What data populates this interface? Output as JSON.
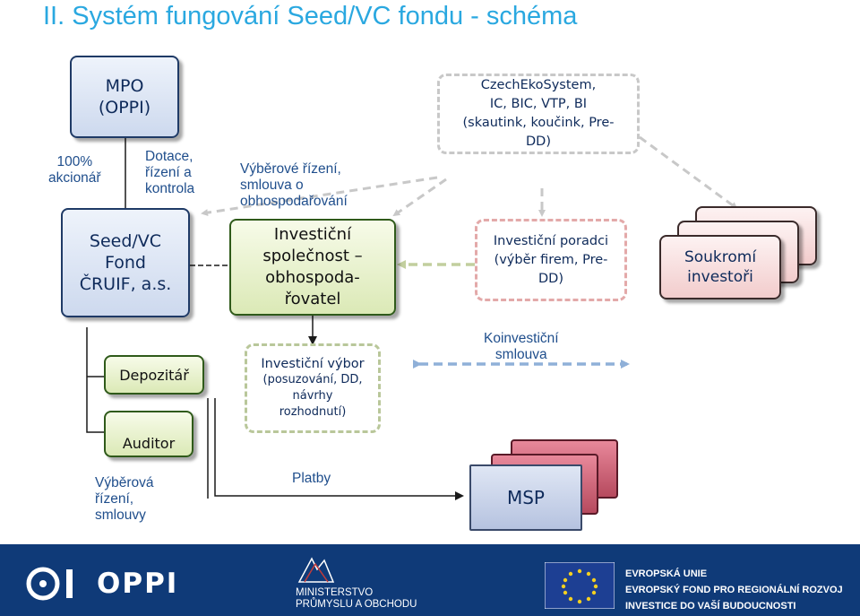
{
  "title": "II. Systém fungování Seed/VC fondu - schéma",
  "nodes": {
    "mpo": [
      "MPO",
      "(OPPI)"
    ],
    "seed": [
      "Seed/VC",
      "Fond",
      "ČRUIF, a.s."
    ],
    "investicni_spolecnost": [
      "Investiční",
      "společnost –",
      "obhospoda-",
      "řovatel"
    ],
    "czechekosystem": [
      "CzechEkoSystem,",
      "IC, BIC, VTP, BI",
      "(skautink, koučink, Pre-",
      "DD)"
    ],
    "investicni_poradci": [
      "Investiční poradci",
      "(výběr firem, Pre-",
      "DD)"
    ],
    "soukromi": [
      "Soukromí",
      "investoři"
    ],
    "depozitar": "Depozitář",
    "auditor": "Auditor",
    "investicni_vybor": [
      "Investiční výbor",
      "(posuzování, DD,",
      "návrhy",
      "rozhodnutí)"
    ],
    "msp": "MSP"
  },
  "labels": {
    "akcionar": [
      "100%",
      "akcionář"
    ],
    "dotace": [
      "Dotace,",
      "řízení a",
      "kontrola"
    ],
    "vyberove": [
      "Výběrové řízení,",
      "smlouva o",
      "obhospodařování"
    ],
    "koinvesticni": [
      "Koinvestiční",
      "smlouva"
    ],
    "vyberova": [
      "Výběrová",
      "řízení,",
      "smlouvy"
    ],
    "platby": "Platby"
  },
  "footer": {
    "oppi": "OPPI",
    "ministry": [
      "MINISTERSTVO",
      "PRŮMYSLU A OBCHODU"
    ],
    "eu": [
      "EVROPSKÁ UNIE",
      "EVROPSKÝ FOND PRO REGIONÁLNÍ ROZVOJ",
      "INVESTICE DO VAŠÍ BUDOUCNOSTI"
    ]
  },
  "colors": {
    "title": "#2aa8e0",
    "footer_bg": "#0f3a78",
    "arrow_gray": "#c8c8c8",
    "arrow_green": "#c2cf9e",
    "arrow_blue": "#8fb0d8"
  }
}
